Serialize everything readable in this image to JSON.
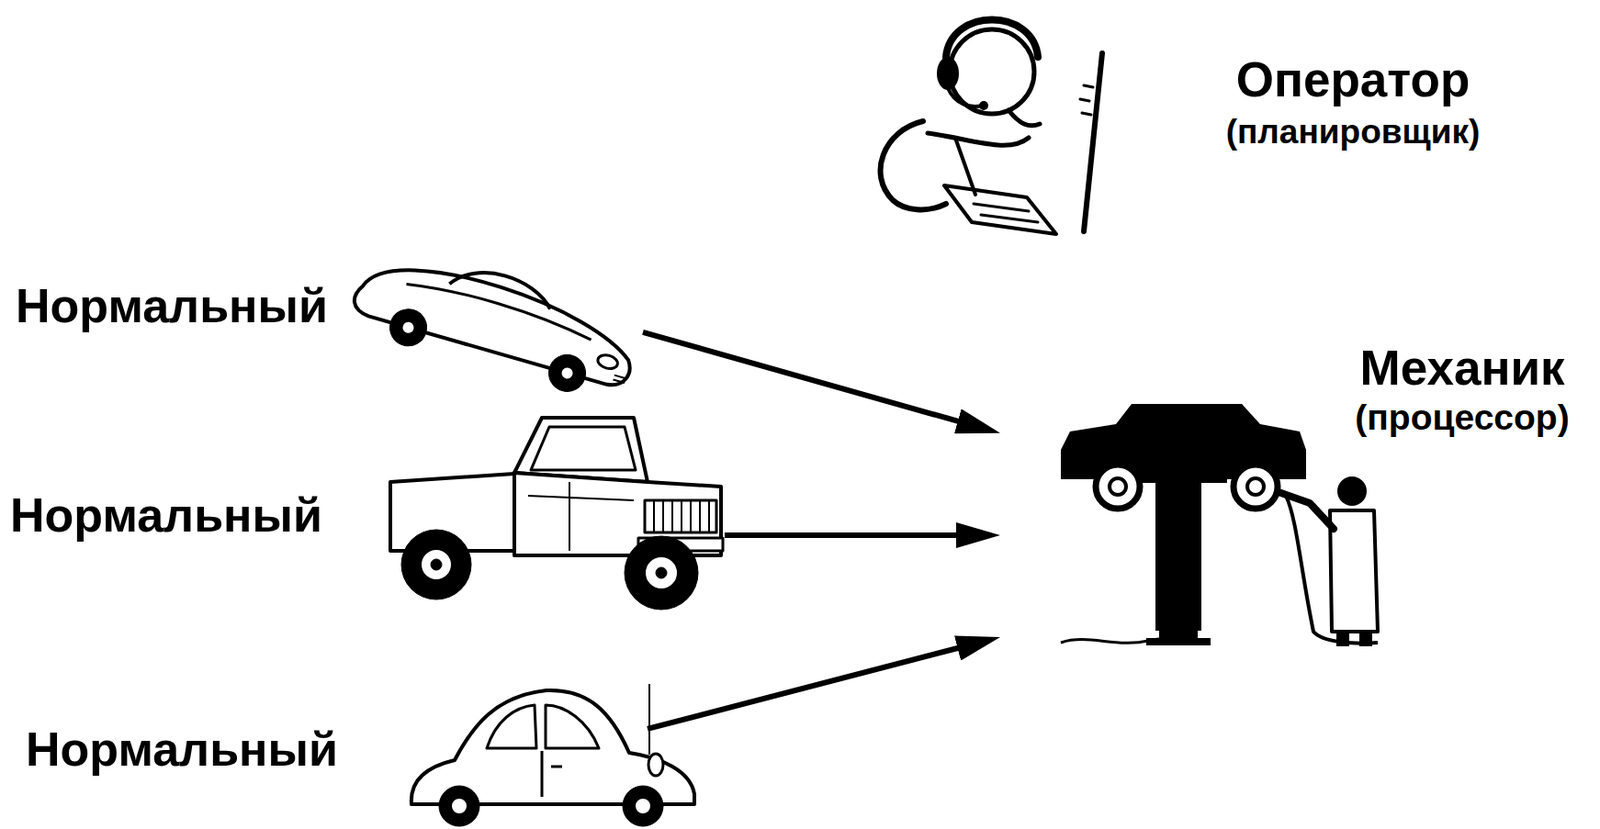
{
  "diagram": {
    "nodes": [
      {
        "text": [
          "Оператор",
          "(планировщик)"
        ]
      },
      {
        "text": [
          "Нормальный"
        ]
      },
      {
        "text": [
          "Нормальный"
        ]
      },
      {
        "text": [
          "Нормальный"
        ]
      },
      {
        "text": [
          "Механик",
          "(процессор)"
        ]
      }
    ],
    "edges": [
      {
        "from": 1,
        "to": 4,
        "arrow": "to"
      },
      {
        "from": 2,
        "to": 4,
        "arrow": "to"
      },
      {
        "from": 3,
        "to": 4,
        "arrow": "to"
      }
    ]
  }
}
